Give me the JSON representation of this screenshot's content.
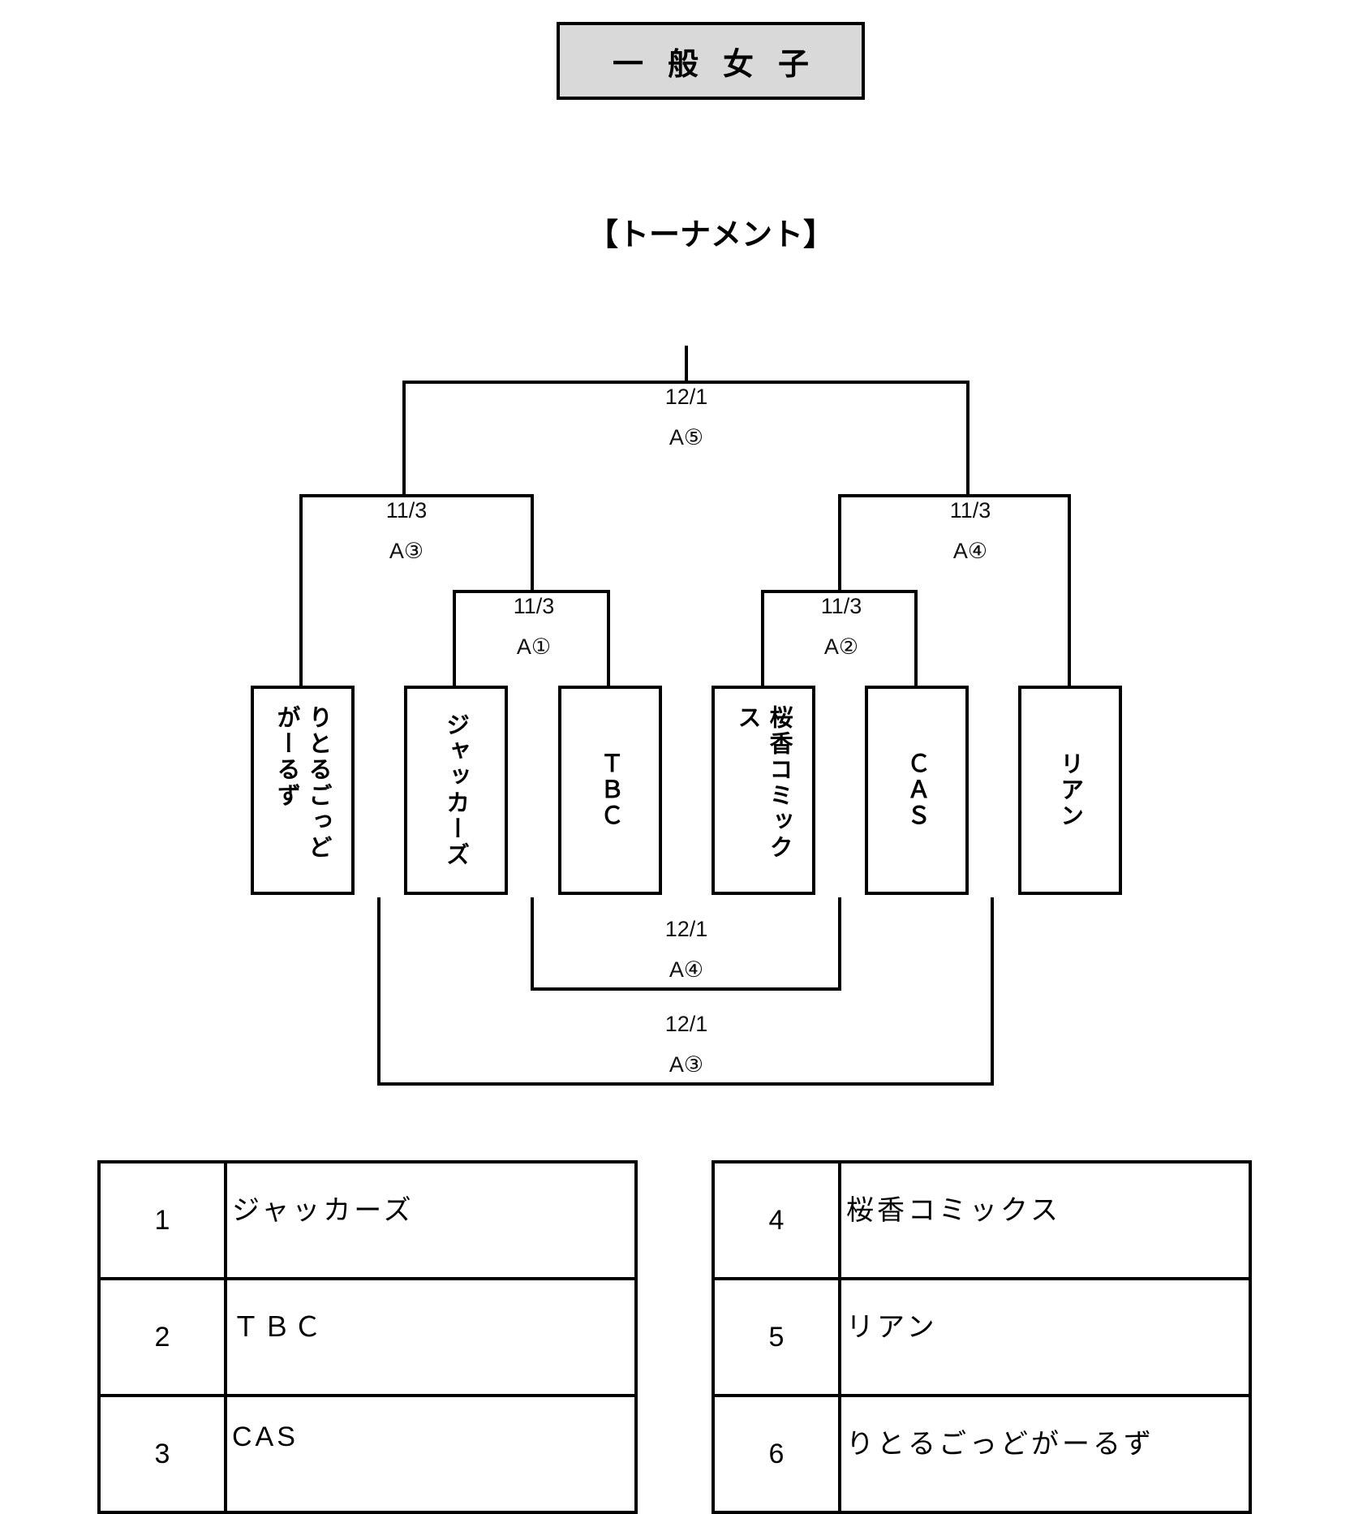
{
  "header": {
    "title": "一般女子",
    "subtitle": "【トーナメント】"
  },
  "bracket": {
    "teams": [
      {
        "name": "りとるごっどがーるず"
      },
      {
        "name": "ジャッカーズ"
      },
      {
        "name": "ＴＢＣ"
      },
      {
        "name": "桜香コミックス"
      },
      {
        "name": "ＣＡＳ"
      },
      {
        "name": "リアン"
      }
    ],
    "matches": {
      "final": {
        "date": "12/1",
        "court": "A⑤"
      },
      "semi_left": {
        "date": "11/3",
        "court": "A③"
      },
      "semi_right": {
        "date": "11/3",
        "court": "A④"
      },
      "first_left": {
        "date": "11/3",
        "court": "A①"
      },
      "first_right": {
        "date": "11/3",
        "court": "A②"
      },
      "consolation_inner": {
        "date": "12/1",
        "court": "A④"
      },
      "consolation_outer": {
        "date": "12/1",
        "court": "A③"
      }
    }
  },
  "roster": {
    "left": [
      {
        "num": "1",
        "name": "ジャッカーズ"
      },
      {
        "num": "2",
        "name": "ＴＢＣ"
      },
      {
        "num": "3",
        "name": "CAS"
      }
    ],
    "right": [
      {
        "num": "4",
        "name": "桜香コミックス"
      },
      {
        "num": "5",
        "name": "リアン"
      },
      {
        "num": "6",
        "name": "りとるごっどがーるず"
      }
    ]
  }
}
